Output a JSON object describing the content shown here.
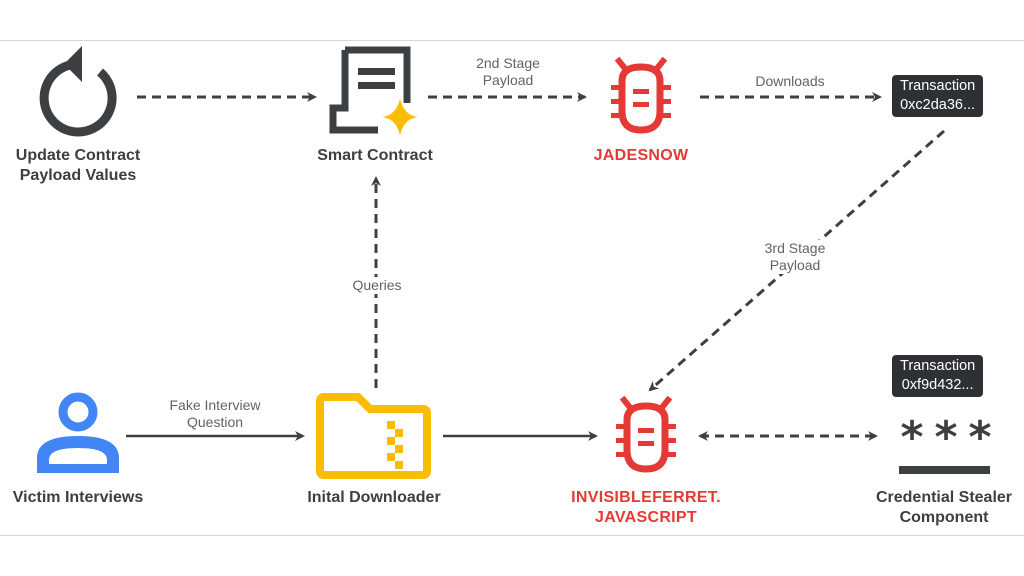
{
  "nodes": {
    "update_contract": {
      "label_line1": "Update Contract",
      "label_line2": "Payload Values",
      "icon": "refresh-icon"
    },
    "smart_contract": {
      "label": "Smart Contract",
      "icon": "smart-contract-icon"
    },
    "jadesnow": {
      "label": "JADESNOW",
      "icon": "bug-icon"
    },
    "transaction_1": {
      "line1": "Transaction",
      "line2": "0xc2da36..."
    },
    "victim": {
      "label": "Victim Interviews",
      "icon": "person-icon"
    },
    "initial_downloader": {
      "label": "Inital Downloader",
      "icon": "zip-folder-icon"
    },
    "invisibleferret": {
      "label_line1": "INVISIBLEFERRET.",
      "label_line2": "JAVASCRIPT",
      "icon": "bug-icon"
    },
    "transaction_2": {
      "line1": "Transaction",
      "line2": "0xf9d432..."
    },
    "credential_stealer": {
      "label_line1": "Credential Stealer",
      "label_line2": "Component",
      "icon": "password-icon"
    }
  },
  "edges": {
    "second_stage": {
      "line1": "2nd Stage",
      "line2": "Payload"
    },
    "downloads": {
      "label": "Downloads"
    },
    "third_stage": {
      "line1": "3rd Stage",
      "line2": "Payload"
    },
    "queries": {
      "label": "Queries"
    },
    "fake_interview": {
      "line1": "Fake Interview",
      "line2": "Question"
    }
  },
  "colors": {
    "dark": "#3c4043",
    "malware_red": "#e53935",
    "folder_yellow": "#fbbc04",
    "person_blue": "#4285f4",
    "tx_box": "#2f3033"
  }
}
